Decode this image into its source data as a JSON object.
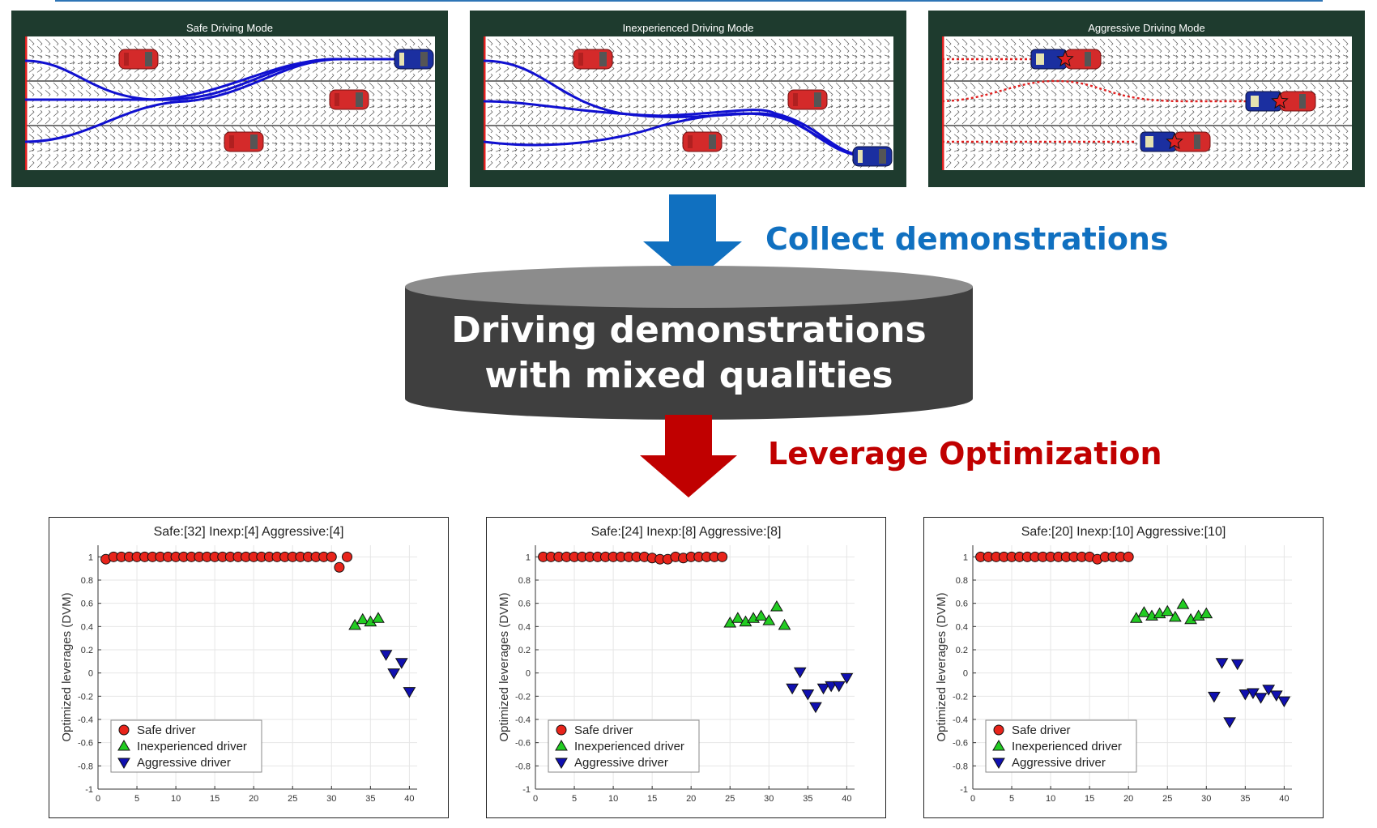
{
  "panels": [
    {
      "title": "Safe Driving Mode"
    },
    {
      "title": "Inexperienced Driving Mode"
    },
    {
      "title": "Aggressive Driving Mode"
    }
  ],
  "flow": {
    "collect_label": "Collect demonstrations",
    "database_line1": "Driving demonstrations",
    "database_line2": "with mixed qualities",
    "optimize_label": "Leverage Optimization"
  },
  "colors": {
    "blue_arrow": "#1070c0",
    "red_arrow": "#c00000",
    "database": "#3f3f3f",
    "panel_bg": "#1e3b2e"
  },
  "chart_data": [
    {
      "type": "scatter",
      "title": "Safe:[32] Inexp:[4] Aggressive:[4]",
      "ylabel": "Optimized leverages (DVM)",
      "xlabel": "",
      "xlim": [
        0,
        41
      ],
      "ylim": [
        -1,
        1.1
      ],
      "xticks": [
        0,
        5,
        10,
        15,
        20,
        25,
        30,
        35,
        40
      ],
      "yticks": [
        -1,
        -0.8,
        -0.6,
        -0.4,
        -0.2,
        0,
        0.2,
        0.4,
        0.6,
        0.8,
        1
      ],
      "grid": true,
      "legend": "bottom-left",
      "series": [
        {
          "name": "Safe driver",
          "marker": "circle",
          "color": "#e8241b",
          "x": [
            1,
            2,
            3,
            4,
            5,
            6,
            7,
            8,
            9,
            10,
            11,
            12,
            13,
            14,
            15,
            16,
            17,
            18,
            19,
            20,
            21,
            22,
            23,
            24,
            25,
            26,
            27,
            28,
            29,
            30,
            31,
            32
          ],
          "y": [
            0.98,
            1,
            1,
            1,
            1,
            1,
            1,
            1,
            1,
            1,
            1,
            1,
            1,
            1,
            1,
            1,
            1,
            1,
            1,
            1,
            1,
            1,
            1,
            1,
            1,
            1,
            1,
            1,
            1,
            1,
            0.91,
            1
          ]
        },
        {
          "name": "Inexperienced driver",
          "marker": "triangle-up",
          "color": "#22cc22",
          "x": [
            33,
            34,
            35,
            36
          ],
          "y": [
            0.41,
            0.46,
            0.44,
            0.47
          ]
        },
        {
          "name": "Aggressive driver",
          "marker": "triangle-down",
          "color": "#1010b0",
          "x": [
            37,
            38,
            39,
            40
          ],
          "y": [
            0.16,
            0,
            0.09,
            -0.16
          ]
        }
      ]
    },
    {
      "type": "scatter",
      "title": "Safe:[24] Inexp:[8] Aggressive:[8]",
      "ylabel": "Optimized leverages (DVM)",
      "xlabel": "",
      "xlim": [
        0,
        41
      ],
      "ylim": [
        -1,
        1.1
      ],
      "xticks": [
        0,
        5,
        10,
        15,
        20,
        25,
        30,
        35,
        40
      ],
      "yticks": [
        -1,
        -0.8,
        -0.6,
        -0.4,
        -0.2,
        0,
        0.2,
        0.4,
        0.6,
        0.8,
        1
      ],
      "grid": true,
      "legend": "bottom-left",
      "series": [
        {
          "name": "Safe driver",
          "marker": "circle",
          "color": "#e8241b",
          "x": [
            1,
            2,
            3,
            4,
            5,
            6,
            7,
            8,
            9,
            10,
            11,
            12,
            13,
            14,
            15,
            16,
            17,
            18,
            19,
            20,
            21,
            22,
            23,
            24
          ],
          "y": [
            1,
            1,
            1,
            1,
            1,
            1,
            1,
            1,
            1,
            1,
            1,
            1,
            1,
            1,
            0.99,
            0.98,
            0.98,
            1,
            0.99,
            1,
            1,
            1,
            1,
            1
          ]
        },
        {
          "name": "Inexperienced driver",
          "marker": "triangle-up",
          "color": "#22cc22",
          "x": [
            25,
            26,
            27,
            28,
            29,
            30,
            31,
            32
          ],
          "y": [
            0.43,
            0.47,
            0.44,
            0.47,
            0.49,
            0.45,
            0.57,
            0.41
          ]
        },
        {
          "name": "Aggressive driver",
          "marker": "triangle-down",
          "color": "#1010b0",
          "x": [
            33,
            34,
            35,
            36,
            37,
            38,
            39,
            40
          ],
          "y": [
            -0.13,
            0.01,
            -0.18,
            -0.29,
            -0.13,
            -0.11,
            -0.11,
            -0.04
          ]
        }
      ]
    },
    {
      "type": "scatter",
      "title": "Safe:[20] Inexp:[10] Aggressive:[10]",
      "ylabel": "Optimized leverages (DVM)",
      "xlabel": "",
      "xlim": [
        0,
        41
      ],
      "ylim": [
        -1,
        1.1
      ],
      "xticks": [
        0,
        5,
        10,
        15,
        20,
        25,
        30,
        35,
        40
      ],
      "yticks": [
        -1,
        -0.8,
        -0.6,
        -0.4,
        -0.2,
        0,
        0.2,
        0.4,
        0.6,
        0.8,
        1
      ],
      "grid": true,
      "legend": "bottom-left",
      "series": [
        {
          "name": "Safe driver",
          "marker": "circle",
          "color": "#e8241b",
          "x": [
            1,
            2,
            3,
            4,
            5,
            6,
            7,
            8,
            9,
            10,
            11,
            12,
            13,
            14,
            15,
            16,
            17,
            18,
            19,
            20
          ],
          "y": [
            1,
            1,
            1,
            1,
            1,
            1,
            1,
            1,
            1,
            1,
            1,
            1,
            1,
            1,
            1,
            0.98,
            1,
            1,
            1,
            1
          ]
        },
        {
          "name": "Inexperienced driver",
          "marker": "triangle-up",
          "color": "#22cc22",
          "x": [
            21,
            22,
            23,
            24,
            25,
            26,
            27,
            28,
            29,
            30
          ],
          "y": [
            0.47,
            0.52,
            0.49,
            0.51,
            0.53,
            0.48,
            0.59,
            0.46,
            0.49,
            0.51
          ]
        },
        {
          "name": "Aggressive driver",
          "marker": "triangle-down",
          "color": "#1010b0",
          "x": [
            31,
            32,
            33,
            34,
            35,
            36,
            37,
            38,
            39,
            40
          ],
          "y": [
            -0.2,
            0.09,
            -0.42,
            0.08,
            -0.18,
            -0.17,
            -0.21,
            -0.14,
            -0.19,
            -0.24
          ]
        }
      ]
    }
  ]
}
